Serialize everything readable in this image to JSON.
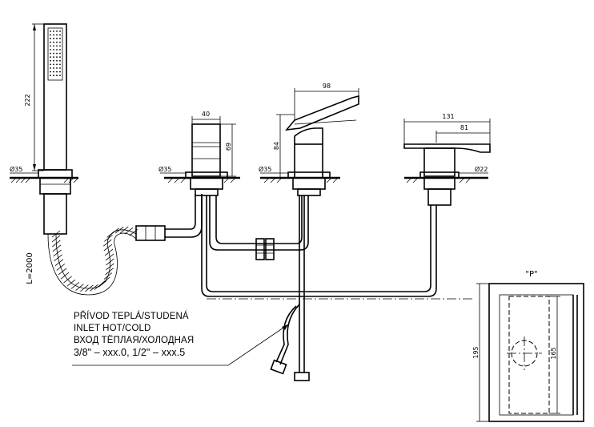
{
  "dimensions": {
    "shower_height": "222",
    "shower_hole": "Ø35",
    "hose_length": "L=2000",
    "valve_width": "40",
    "valve_height": "69",
    "valve_hole": "Ø35",
    "mixer_width": "98",
    "mixer_height": "84",
    "mixer_hole": "Ø35",
    "spout_length": "131",
    "spout_inner": "81",
    "spout_hole": "Ø22",
    "detail_height_outer": "195",
    "detail_height_inner": "165"
  },
  "detail_title": "\"P\"",
  "inlet_note": [
    "PŘÍVOD TEPLÁ/STUDENÁ",
    "INLET HOT/COLD",
    "ВХОД ТЁПЛАЯ/ХОЛОДНАЯ",
    "3/8\" – xxx.0, 1/2\" – xxx.5"
  ]
}
